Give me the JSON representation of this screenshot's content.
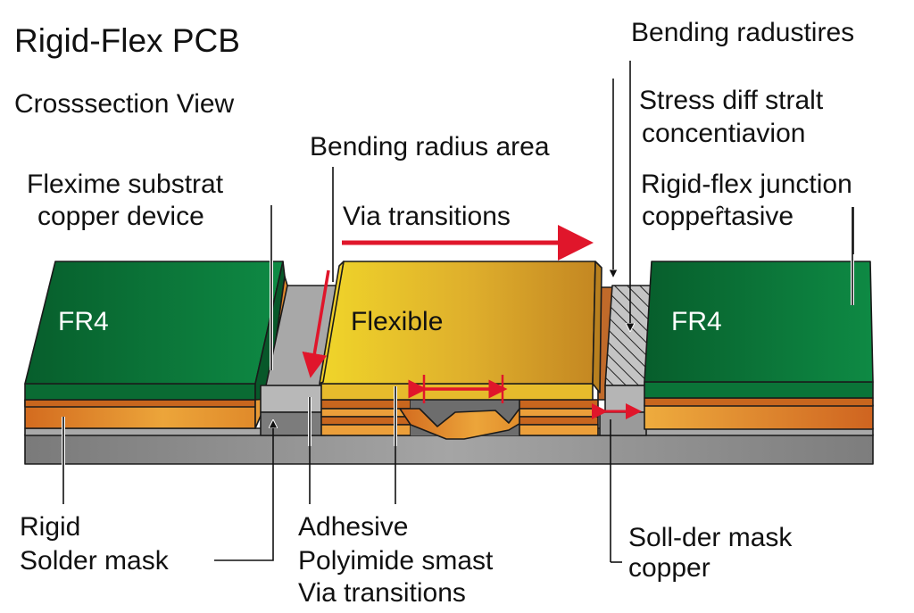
{
  "title": "Rigid-Flex PCB",
  "subtitle": "Crossѕection View",
  "labels": {
    "top_right_1": "Bending radustires",
    "top_right_2a": "Stress diff stralt",
    "top_right_2b": "concentiavion",
    "top_right_3a": "Rigid-flex junction",
    "top_right_3b": "coppeȓtasive",
    "left_1a": "Flexime substrat",
    "left_1b": "copper device",
    "center_1": "Bending radius area",
    "center_2": "Via transitions",
    "bottom_left_1": "Rigid",
    "bottom_left_2": "Solder mask",
    "bottom_center_1": "Adhesive",
    "bottom_center_2": "Polyimide  smast",
    "bottom_center_3": "Via transitions",
    "bottom_right_1": "Soll-der mask",
    "bottom_right_2": "copper"
  },
  "layers": {
    "left_rigid": "FR4",
    "flex": "Flexible",
    "right_rigid": "FR4"
  },
  "colors": {
    "fr4_green": "#0c7a3a",
    "fr4_green_dark": "#07602c",
    "copper_orange": "#e0882c",
    "copper_dark": "#c4651f",
    "flex_yellow": "#e8c12a",
    "flex_gold": "#c99424",
    "base_gray": "#8c8c8c",
    "light_gray": "#b9b9b9",
    "arrow_red": "#e0162b"
  }
}
